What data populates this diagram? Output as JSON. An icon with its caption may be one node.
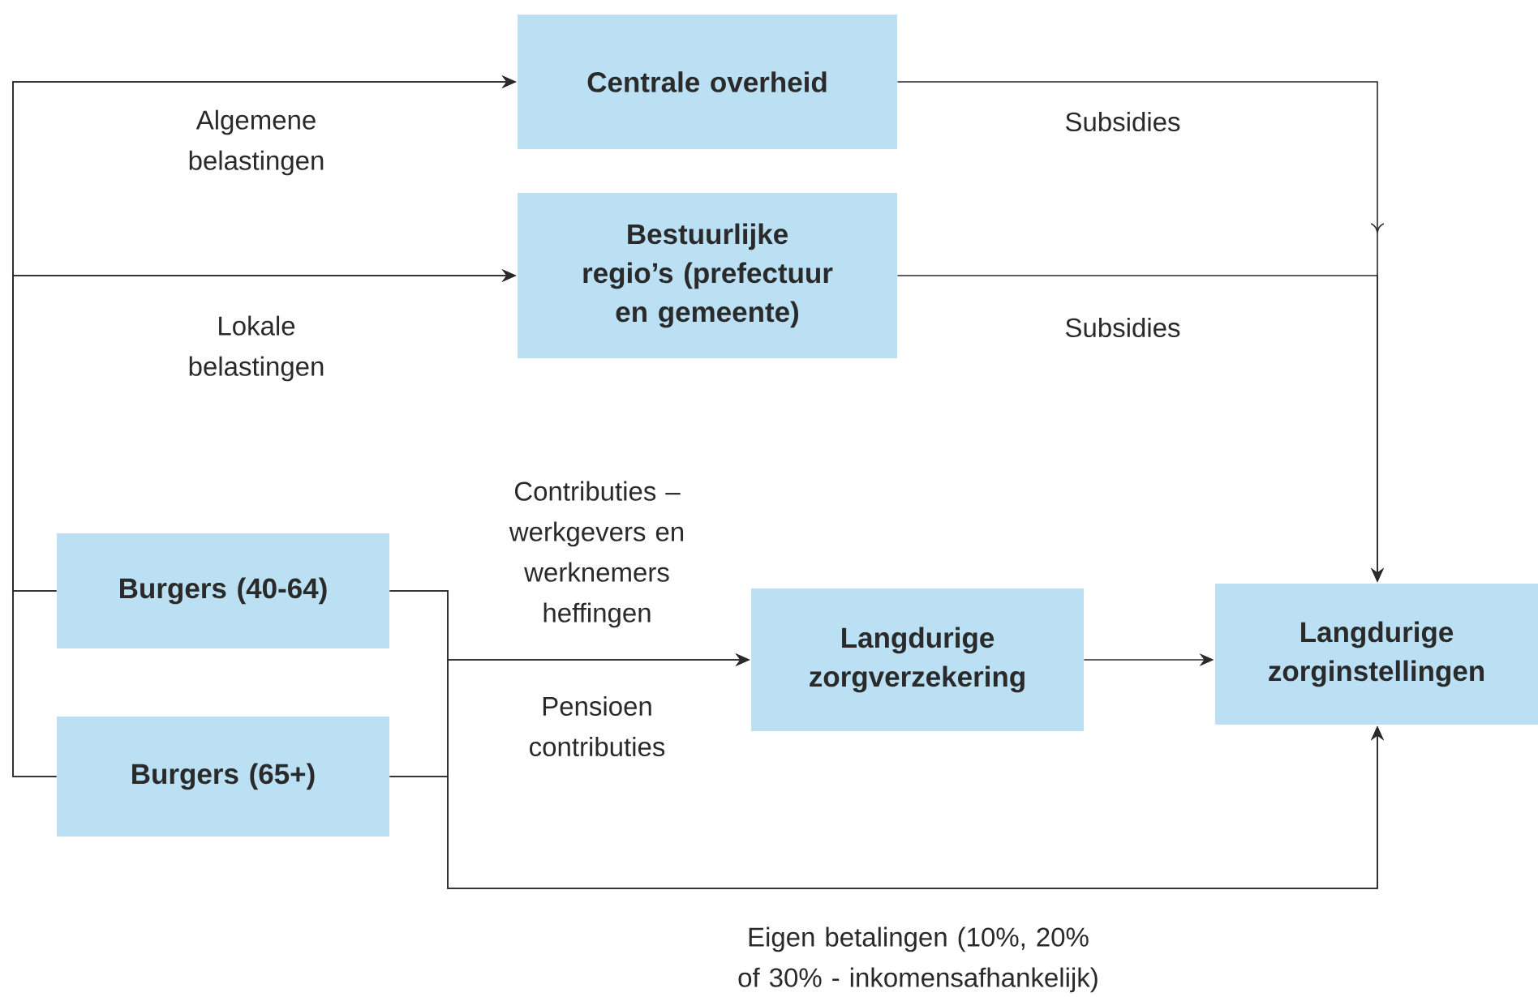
{
  "diagram": {
    "nodes": [
      {
        "text": [
          "Centrale overheid"
        ]
      },
      {
        "text": [
          "Bestuurlijke regio’s (prefectuur en gemeente)"
        ]
      },
      {
        "text": [
          "Burgers (40-64)"
        ]
      },
      {
        "text": [
          "Burgers (65+)"
        ]
      },
      {
        "text": [
          "Langdurige zorgverzekering"
        ]
      },
      {
        "text": [
          "Langdurige zorginstellingen"
        ]
      }
    ],
    "edges": [
      {
        "from": 2,
        "to": 0,
        "arrow": "to",
        "label": "Algemene belastingen"
      },
      {
        "from": 3,
        "to": 0,
        "arrow": "to"
      },
      {
        "from": 2,
        "to": 1,
        "arrow": "to",
        "label": "Lokale belastingen"
      },
      {
        "from": 3,
        "to": 1,
        "arrow": "to"
      },
      {
        "from": 0,
        "to": 5,
        "arrow": "to",
        "label": "Subsidies"
      },
      {
        "from": 1,
        "to": 5,
        "arrow": "to",
        "label": "Subsidies"
      },
      {
        "from": 2,
        "to": 4,
        "arrow": "to",
        "label": "Contributies – werkgevers en werknemers heffingen"
      },
      {
        "from": 3,
        "to": 4,
        "arrow": "to",
        "label": "Pensioen contributies"
      },
      {
        "from": 4,
        "to": 5,
        "arrow": "to"
      },
      {
        "from": 2,
        "to": 5,
        "arrow": "to"
      },
      {
        "from": 3,
        "to": 5,
        "arrow": "to",
        "label": "Eigen betalingen (10%, 20% of 30% - inkomensafhankelijk)"
      }
    ]
  }
}
